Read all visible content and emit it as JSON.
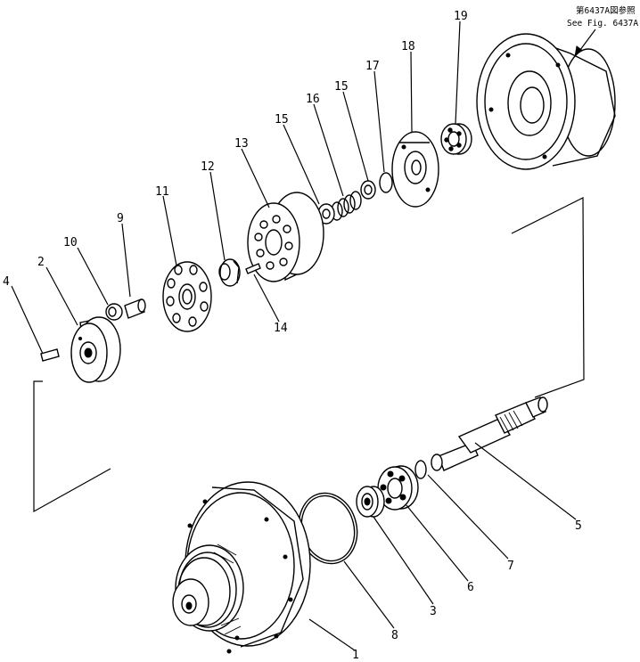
{
  "reference": {
    "line1": "第6437A図参照",
    "line2": "See Fig. 6437A"
  },
  "callouts": [
    "1",
    "2",
    "3",
    "4",
    "5",
    "6",
    "7",
    "8",
    "9",
    "10",
    "11",
    "12",
    "13",
    "14",
    "15",
    "15",
    "16",
    "17",
    "18",
    "19"
  ]
}
